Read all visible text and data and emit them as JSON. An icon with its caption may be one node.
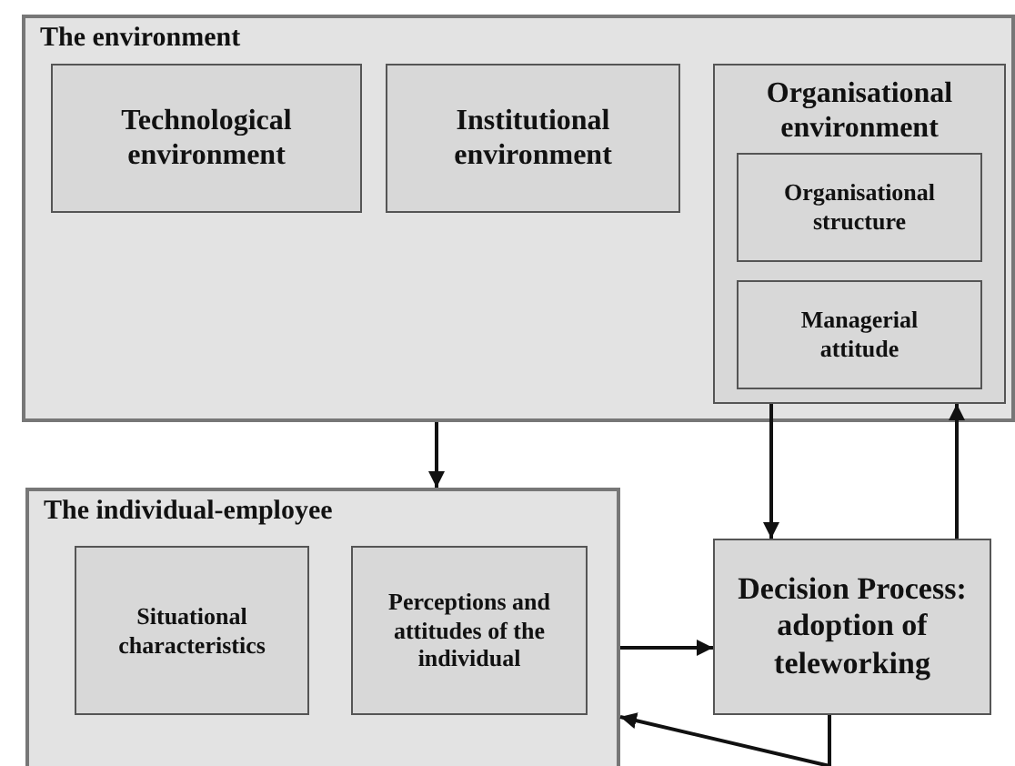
{
  "diagram": {
    "nodes": [
      {
        "text": [
          "The environment"
        ]
      },
      {
        "text": [
          "Technological environment"
        ],
        "in": 0
      },
      {
        "text": [
          "Institutional environment"
        ],
        "in": 0
      },
      {
        "text": [
          "Organisational environment"
        ],
        "in": 0
      },
      {
        "text": [
          "Organisational structure"
        ],
        "in": 3
      },
      {
        "text": [
          "Managerial attitude"
        ],
        "in": 3
      },
      {
        "text": [
          "The individual-employee"
        ]
      },
      {
        "text": [
          "Situational characteristics"
        ],
        "in": 6
      },
      {
        "text": [
          "Perceptions and attitudes of the individual"
        ],
        "in": 6
      },
      {
        "text": [
          "Decision Process: adoption of teleworking"
        ]
      }
    ],
    "edges": [
      {
        "from": 0,
        "to": 6,
        "arrow": "to"
      },
      {
        "from": 3,
        "to": 9,
        "arrow": "to"
      },
      {
        "from": 9,
        "to": 3,
        "arrow": "to"
      },
      {
        "from": 6,
        "to": 9,
        "arrow": "to"
      },
      {
        "from": 9,
        "to": 6,
        "arrow": "to"
      }
    ]
  }
}
